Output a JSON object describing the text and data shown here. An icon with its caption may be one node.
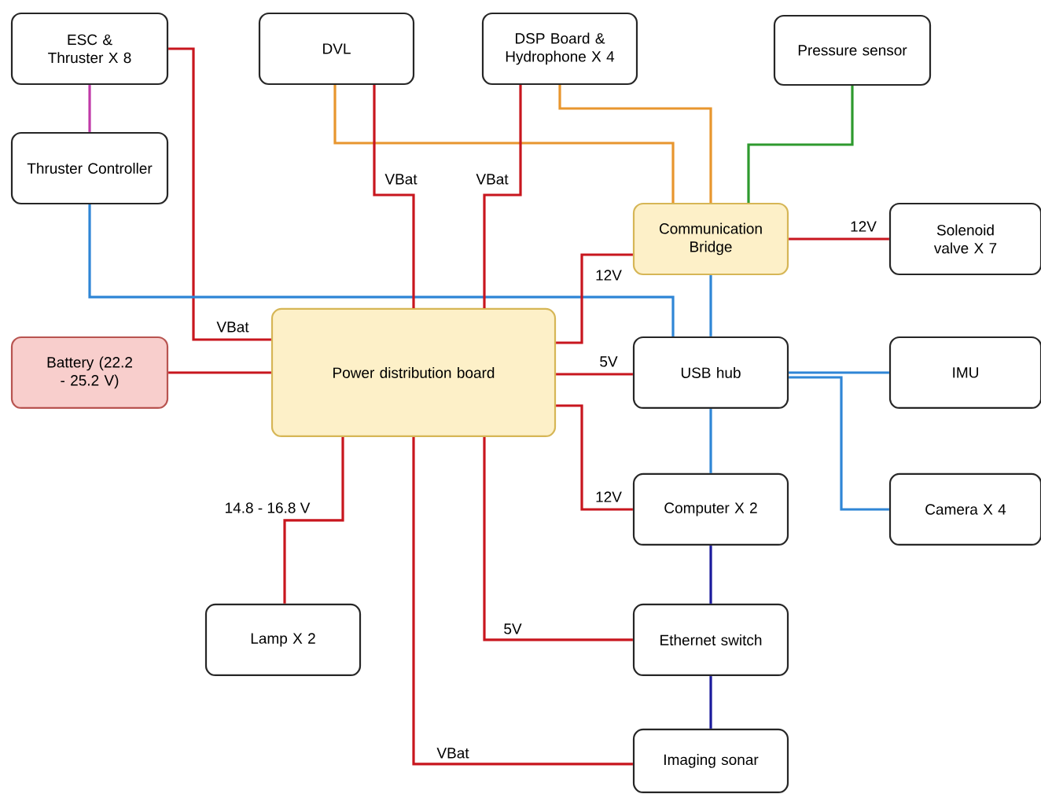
{
  "diagram": {
    "nodes": [
      {
        "text": [
          "ESC & Thruster X 8"
        ]
      },
      {
        "text": [
          "DVL"
        ]
      },
      {
        "text": [
          "DSP Board & Hydrophone X 4"
        ]
      },
      {
        "text": [
          "Pressure sensor"
        ]
      },
      {
        "text": [
          "Thruster Controller"
        ]
      },
      {
        "text": [
          "Communication Bridge"
        ]
      },
      {
        "text": [
          "Solenoid valve X 7"
        ]
      },
      {
        "text": [
          "Battery (22.2 - 25.2 V)"
        ]
      },
      {
        "text": [
          "Power distribution board"
        ]
      },
      {
        "text": [
          "USB hub"
        ]
      },
      {
        "text": [
          "IMU"
        ]
      },
      {
        "text": [
          "Computer X 2"
        ]
      },
      {
        "text": [
          "Camera X 4"
        ]
      },
      {
        "text": [
          "Lamp X 2"
        ]
      },
      {
        "text": [
          "Ethernet switch"
        ]
      },
      {
        "text": [
          "Imaging sonar"
        ]
      }
    ],
    "edges": [
      {
        "from": 0,
        "to": 8,
        "arrow": "none",
        "label": "VBat"
      },
      {
        "from": 0,
        "to": 4,
        "arrow": "none",
        "color": "#c03aa8"
      },
      {
        "from": 4,
        "to": 9,
        "arrow": "none",
        "color": "#2f86d6"
      },
      {
        "from": 1,
        "to": 5,
        "arrow": "none",
        "color": "#e8962e"
      },
      {
        "from": 1,
        "to": 8,
        "arrow": "none",
        "label": "VBat"
      },
      {
        "from": 2,
        "to": 8,
        "arrow": "none",
        "label": "VBat"
      },
      {
        "from": 2,
        "to": 5,
        "arrow": "none",
        "color": "#e8962e"
      },
      {
        "from": 3,
        "to": 5,
        "arrow": "none",
        "color": "#2e9a2e"
      },
      {
        "from": 5,
        "to": 6,
        "arrow": "none",
        "label": "12V"
      },
      {
        "from": 8,
        "to": 5,
        "arrow": "none",
        "label": "12V"
      },
      {
        "from": 5,
        "to": 9,
        "arrow": "none",
        "color": "#2f86d6"
      },
      {
        "from": 8,
        "to": 9,
        "arrow": "none",
        "label": "5V"
      },
      {
        "from": 9,
        "to": 10,
        "arrow": "none",
        "color": "#2f86d6"
      },
      {
        "from": 9,
        "to": 12,
        "arrow": "none",
        "color": "#2f86d6"
      },
      {
        "from": 8,
        "to": 11,
        "arrow": "none",
        "label": "12V"
      },
      {
        "from": 9,
        "to": 11,
        "arrow": "none",
        "color": "#2f86d6"
      },
      {
        "from": 8,
        "to": 13,
        "arrow": "none",
        "label": "14.8 - 16.8 V"
      },
      {
        "from": 8,
        "to": 14,
        "arrow": "none",
        "label": "5V"
      },
      {
        "from": 11,
        "to": 14,
        "arrow": "none",
        "color": "#1a1a9c"
      },
      {
        "from": 14,
        "to": 15,
        "arrow": "none",
        "color": "#1a1a9c"
      },
      {
        "from": 8,
        "to": 15,
        "arrow": "none",
        "label": "VBat"
      },
      {
        "from": 7,
        "to": 8,
        "arrow": "none"
      }
    ]
  }
}
